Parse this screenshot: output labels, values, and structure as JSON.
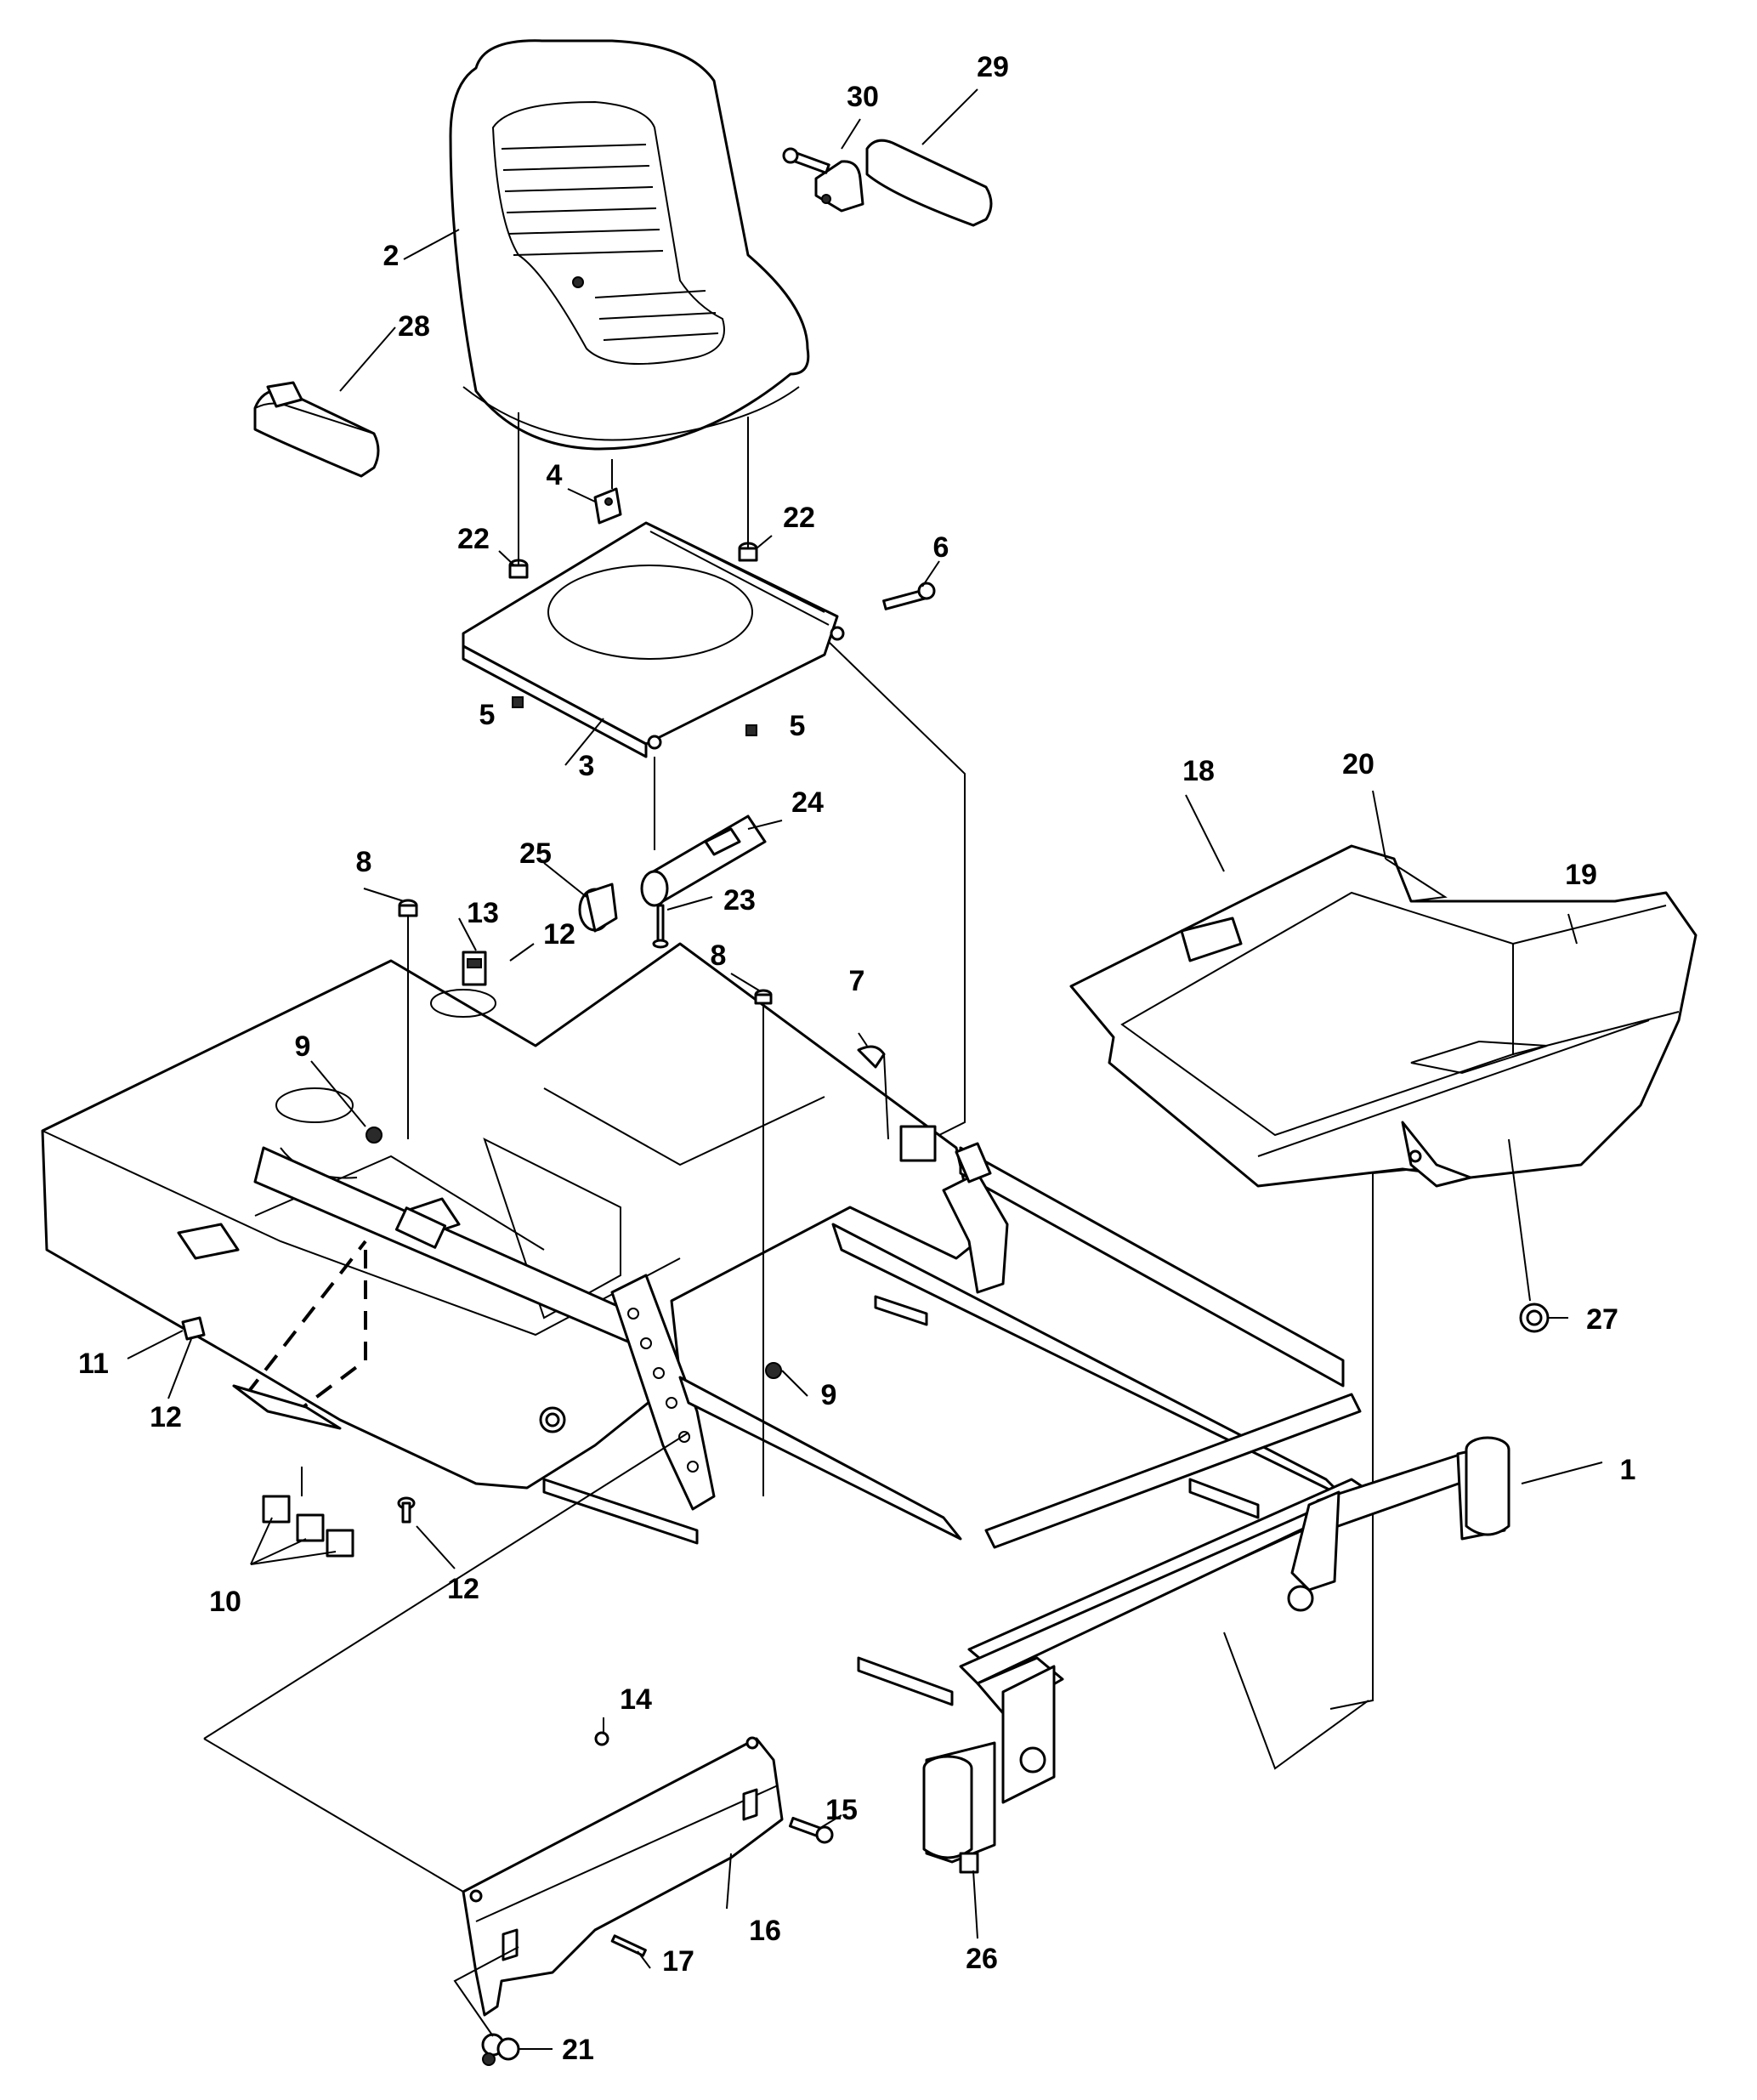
{
  "diagram": {
    "callouts": [
      {
        "id": "c1",
        "label": "1"
      },
      {
        "id": "c2",
        "label": "2"
      },
      {
        "id": "c3",
        "label": "3"
      },
      {
        "id": "c4",
        "label": "4"
      },
      {
        "id": "c5a",
        "label": "5"
      },
      {
        "id": "c5b",
        "label": "5"
      },
      {
        "id": "c6",
        "label": "6"
      },
      {
        "id": "c7",
        "label": "7"
      },
      {
        "id": "c8a",
        "label": "8"
      },
      {
        "id": "c8b",
        "label": "8"
      },
      {
        "id": "c9a",
        "label": "9"
      },
      {
        "id": "c9b",
        "label": "9"
      },
      {
        "id": "c10",
        "label": "10"
      },
      {
        "id": "c11",
        "label": "11"
      },
      {
        "id": "c12a",
        "label": "12"
      },
      {
        "id": "c12b",
        "label": "12"
      },
      {
        "id": "c12c",
        "label": "12"
      },
      {
        "id": "c13",
        "label": "13"
      },
      {
        "id": "c14",
        "label": "14"
      },
      {
        "id": "c15",
        "label": "15"
      },
      {
        "id": "c16",
        "label": "16"
      },
      {
        "id": "c17",
        "label": "17"
      },
      {
        "id": "c18",
        "label": "18"
      },
      {
        "id": "c19",
        "label": "19"
      },
      {
        "id": "c20",
        "label": "20"
      },
      {
        "id": "c21",
        "label": "21"
      },
      {
        "id": "c22a",
        "label": "22"
      },
      {
        "id": "c22b",
        "label": "22"
      },
      {
        "id": "c23",
        "label": "23"
      },
      {
        "id": "c24",
        "label": "24"
      },
      {
        "id": "c25",
        "label": "25"
      },
      {
        "id": "c26",
        "label": "26"
      },
      {
        "id": "c27",
        "label": "27"
      },
      {
        "id": "c28",
        "label": "28"
      },
      {
        "id": "c29",
        "label": "29"
      },
      {
        "id": "c30",
        "label": "30"
      }
    ]
  }
}
